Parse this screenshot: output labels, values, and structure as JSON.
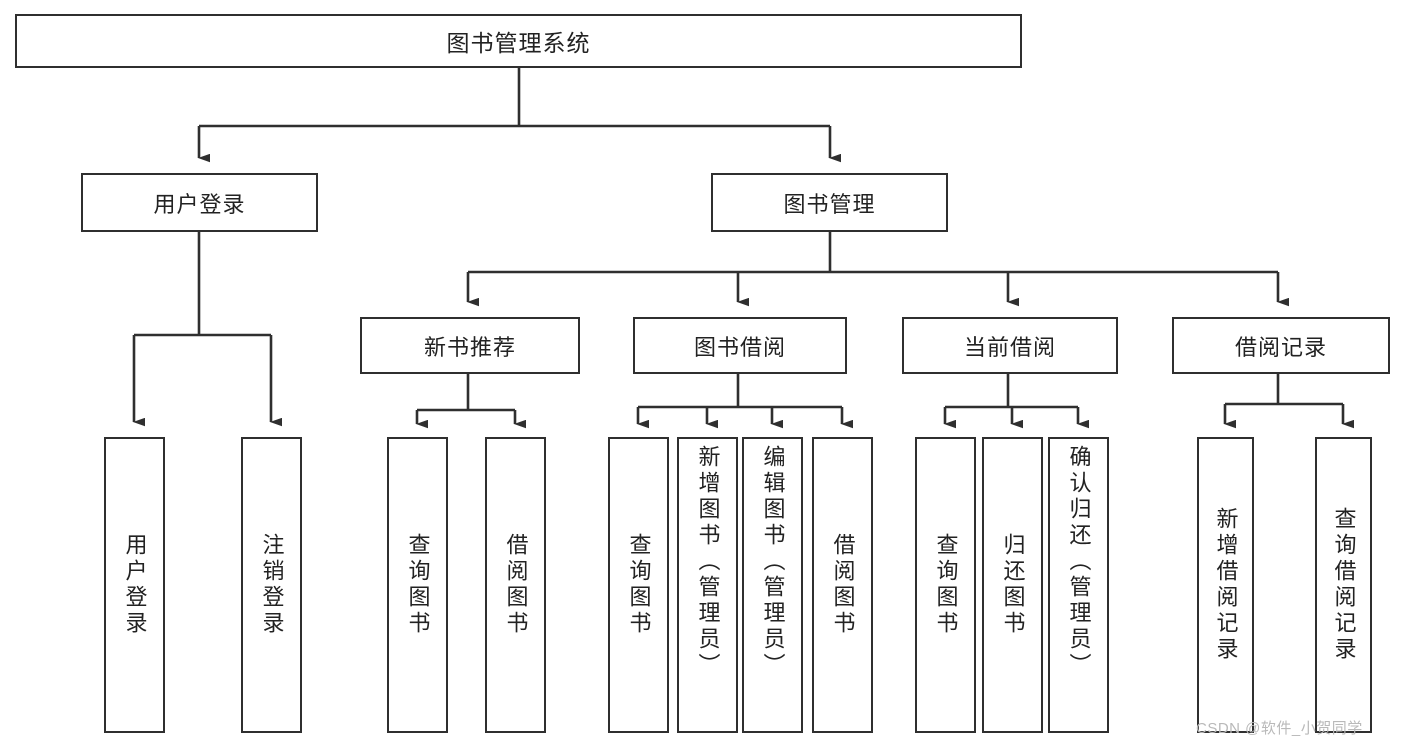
{
  "diagram": {
    "type": "tree-hierarchy",
    "title": "图书管理系统",
    "watermark": "CSDN @软件_小贺同学",
    "colors": {
      "stroke": "#2f2f2f",
      "fill": "#ffffff",
      "text": "#222222",
      "watermark": "#b9b9b9"
    },
    "levels": {
      "level1": [
        {
          "id": "root",
          "label": "图书管理系统"
        }
      ],
      "level2": [
        {
          "id": "user-login",
          "label": "用户登录"
        },
        {
          "id": "book-manage",
          "label": "图书管理"
        }
      ],
      "level3": [
        {
          "id": "new-book-rec",
          "label": "新书推荐"
        },
        {
          "id": "book-borrow",
          "label": "图书借阅"
        },
        {
          "id": "current-borrow",
          "label": "当前借阅"
        },
        {
          "id": "borrow-record",
          "label": "借阅记录"
        }
      ],
      "level4": [
        {
          "id": "leaf-user-login",
          "parent": "user-login",
          "label": "用户登录"
        },
        {
          "id": "leaf-logout",
          "parent": "user-login",
          "label": "注销登录"
        },
        {
          "id": "leaf-query-book-1",
          "parent": "new-book-rec",
          "label": "查询图书"
        },
        {
          "id": "leaf-borrow-book-1",
          "parent": "new-book-rec",
          "label": "借阅图书"
        },
        {
          "id": "leaf-query-book-2",
          "parent": "book-borrow",
          "label": "查询图书"
        },
        {
          "id": "leaf-add-book",
          "parent": "book-borrow",
          "label": "新增图书（管理员）"
        },
        {
          "id": "leaf-edit-book",
          "parent": "book-borrow",
          "label": "编辑图书（管理员）"
        },
        {
          "id": "leaf-borrow-book-2",
          "parent": "book-borrow",
          "label": "借阅图书"
        },
        {
          "id": "leaf-query-book-3",
          "parent": "current-borrow",
          "label": "查询图书"
        },
        {
          "id": "leaf-return-book",
          "parent": "current-borrow",
          "label": "归还图书"
        },
        {
          "id": "leaf-confirm-return",
          "parent": "current-borrow",
          "label": "确认归还（管理员）"
        },
        {
          "id": "leaf-add-record",
          "parent": "borrow-record",
          "label": "新增借阅记录"
        },
        {
          "id": "leaf-query-record",
          "parent": "borrow-record",
          "label": "查询借阅记录"
        }
      ]
    }
  }
}
